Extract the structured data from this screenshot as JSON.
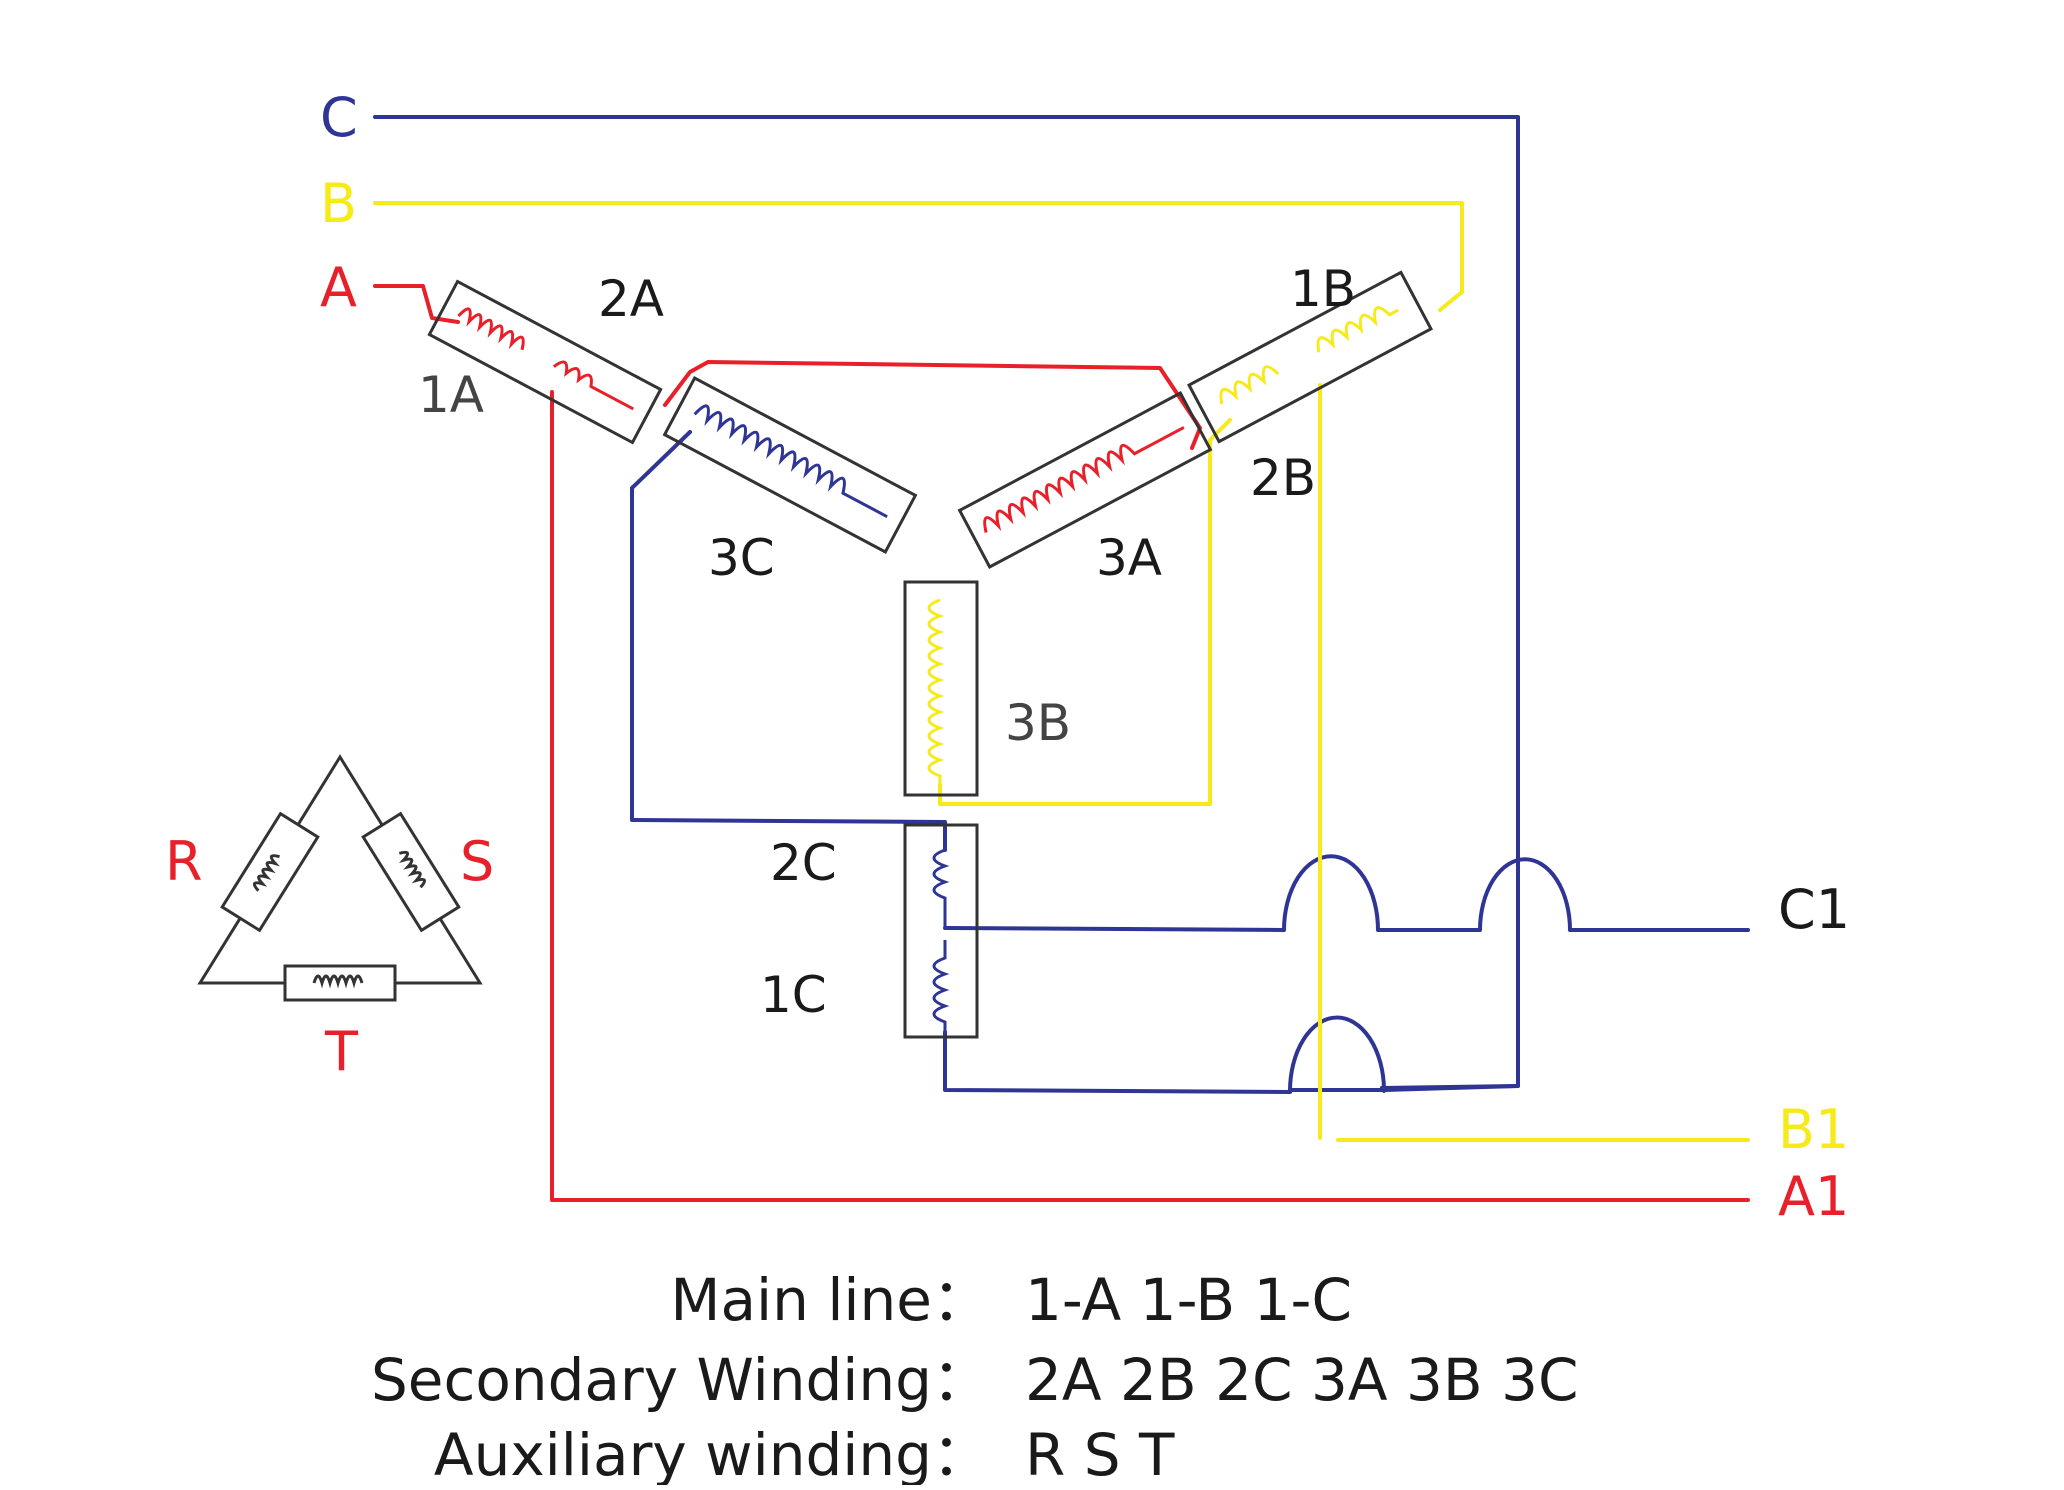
{
  "colors": {
    "phase_a": "#e8202a",
    "phase_b": "#f6ea1a",
    "phase_c": "#2e3594",
    "box": "#333333",
    "label_gray": "#444444",
    "text_dark": "#1a1a1a"
  },
  "terminals": {
    "input_c": "C",
    "input_b": "B",
    "input_a": "A",
    "output_c": "C1",
    "output_b": "B1",
    "output_a": "A1"
  },
  "windings": {
    "w1a": "1A",
    "w2a": "2A",
    "w1b": "1B",
    "w2b": "2B",
    "w3c": "3C",
    "w3a": "3A",
    "w3b": "3B",
    "w2c": "2C",
    "w1c": "1C"
  },
  "auxiliary": {
    "r": "R",
    "s": "S",
    "t": "T"
  },
  "legend": {
    "main_label": "Main line：",
    "main_value": "1-A 1-B 1-C",
    "secondary_label": "Secondary Winding：",
    "secondary_value": "2A 2B 2C 3A 3B 3C",
    "auxiliary_label": "Auxiliary winding：",
    "auxiliary_value": "R S T"
  }
}
